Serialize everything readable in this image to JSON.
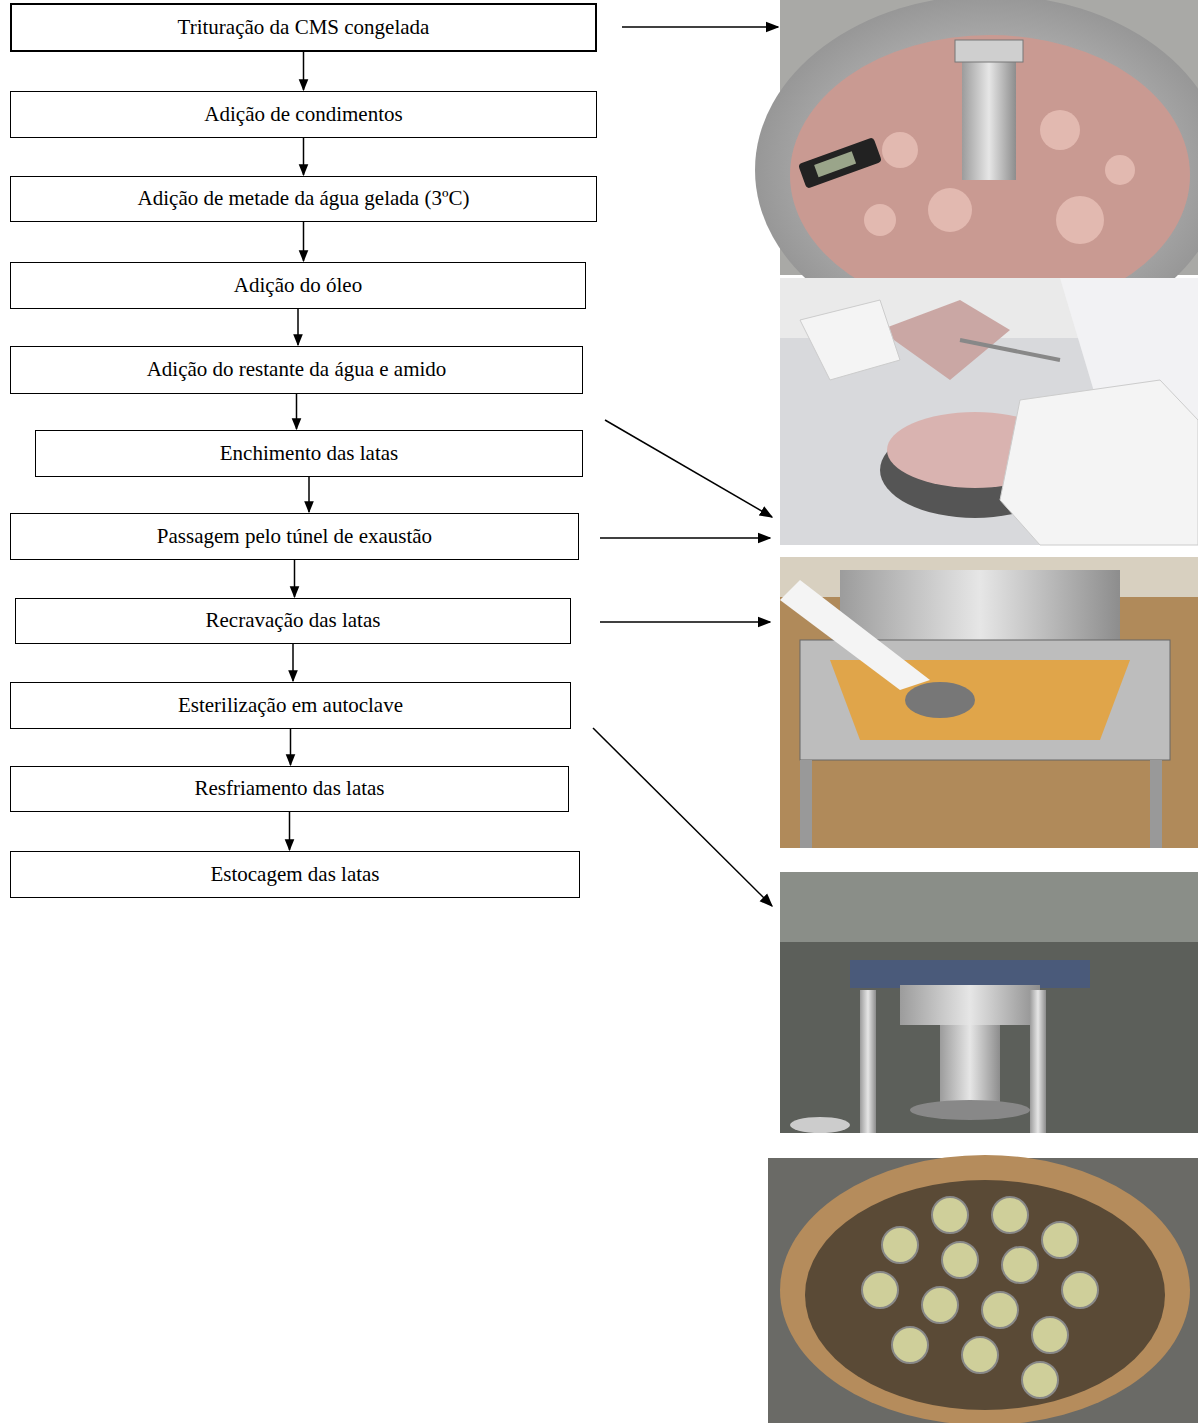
{
  "diagram": {
    "nodes": [
      {
        "text": [
          "Trituração da CMS congelada"
        ]
      },
      {
        "text": [
          "Adição de condimentos"
        ]
      },
      {
        "text": [
          "Adição de metade da água gelada (3ºC)"
        ]
      },
      {
        "text": [
          "Adição do óleo"
        ]
      },
      {
        "text": [
          "Adição do restante da água e amido"
        ]
      },
      {
        "text": [
          "Enchimento das latas"
        ]
      },
      {
        "text": [
          "Passagem pelo túnel de exaustão"
        ]
      },
      {
        "text": [
          "Recravação das latas"
        ]
      },
      {
        "text": [
          "Esterilização em autoclave"
        ]
      },
      {
        "text": [
          "Resfriamento das latas"
        ]
      },
      {
        "text": [
          "Estocagem das latas"
        ]
      }
    ],
    "edges": [
      {
        "from": 0,
        "to": 1,
        "arrow": "to"
      },
      {
        "from": 1,
        "to": 2,
        "arrow": "to"
      },
      {
        "from": 2,
        "to": 3,
        "arrow": "to"
      },
      {
        "from": 3,
        "to": 4,
        "arrow": "to"
      },
      {
        "from": 4,
        "to": 5,
        "arrow": "to"
      },
      {
        "from": 5,
        "to": 6,
        "arrow": "to"
      },
      {
        "from": 6,
        "to": 7,
        "arrow": "to"
      },
      {
        "from": 7,
        "to": 8,
        "arrow": "to"
      },
      {
        "from": 8,
        "to": 9,
        "arrow": "to"
      },
      {
        "from": 9,
        "to": 10,
        "arrow": "to"
      }
    ]
  }
}
